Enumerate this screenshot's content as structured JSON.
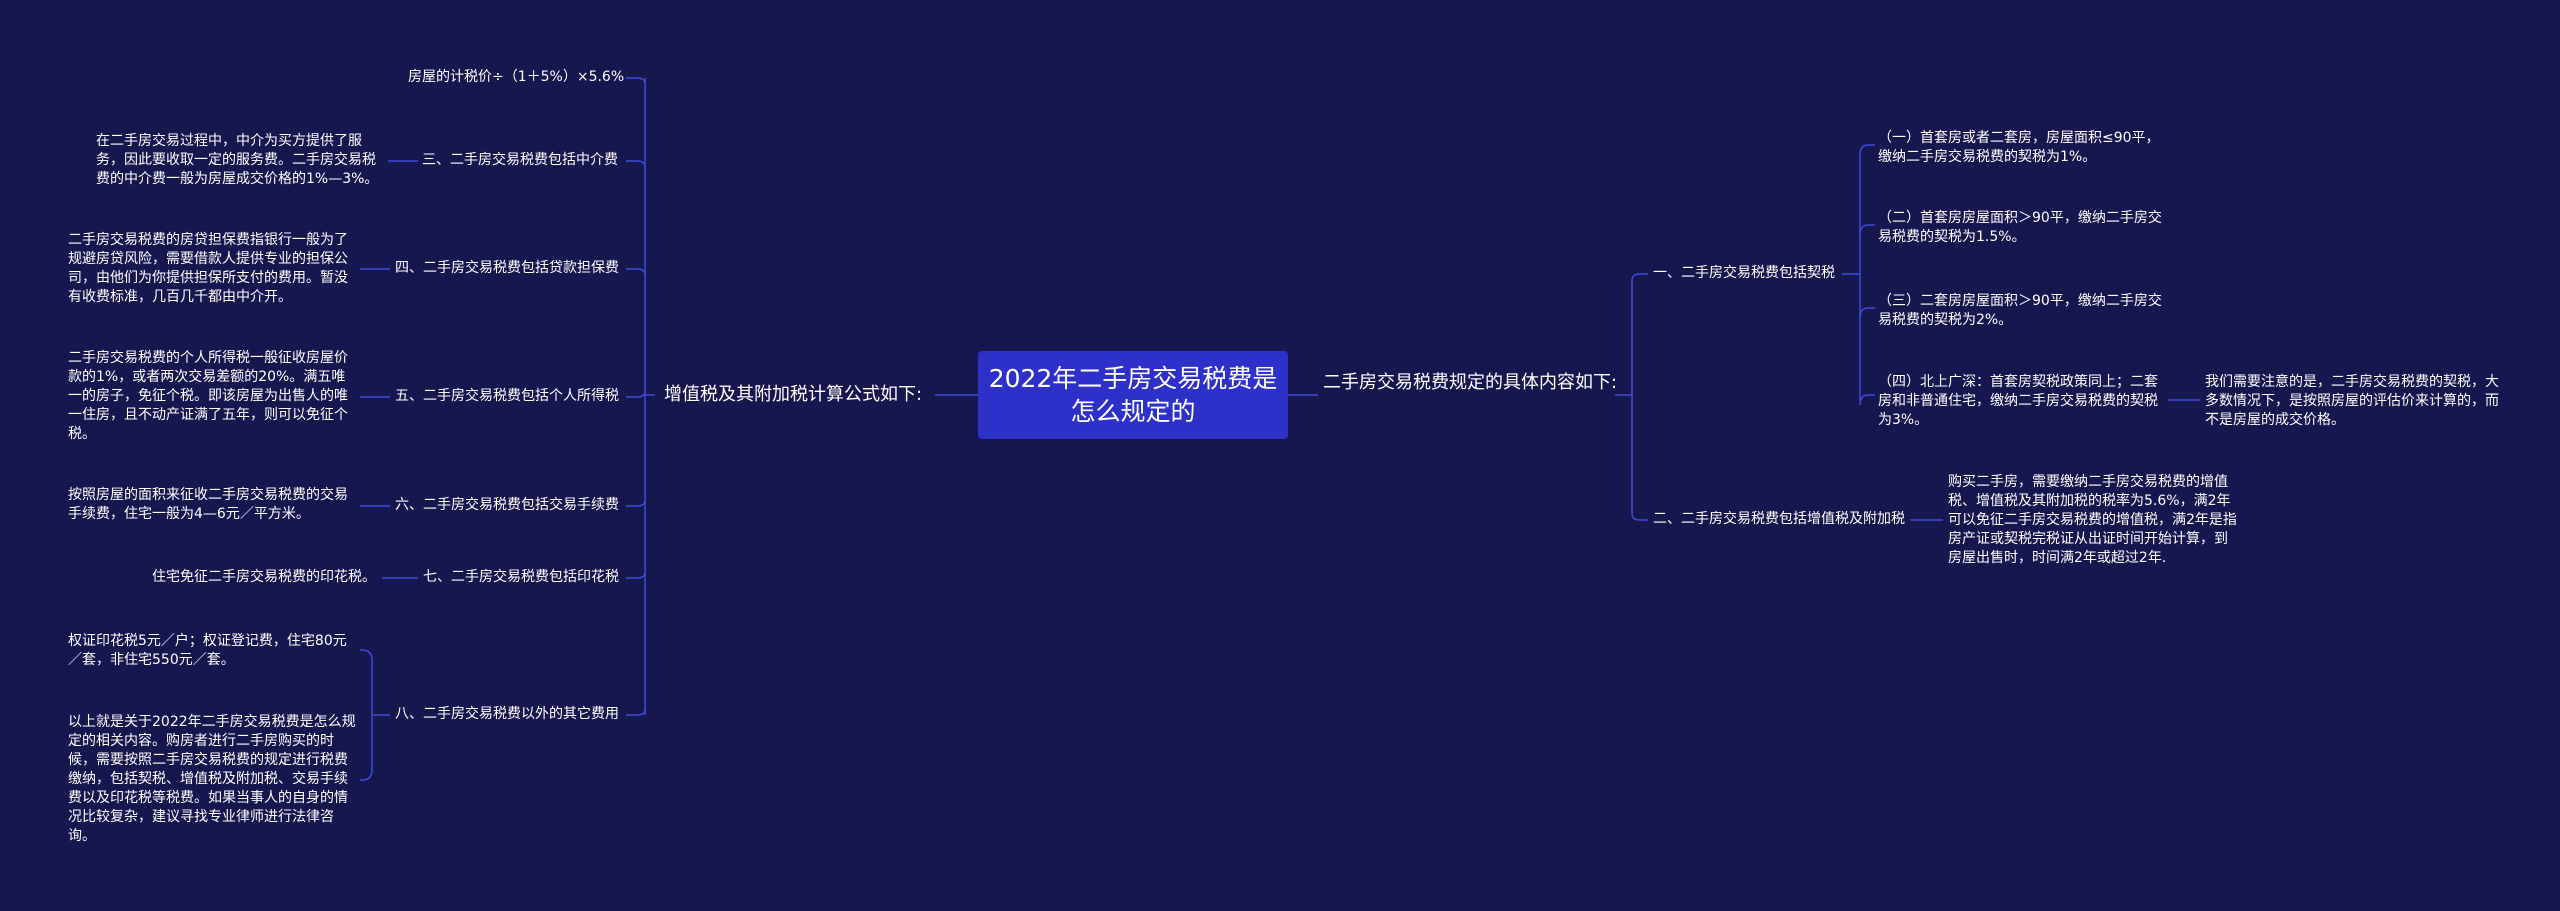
{
  "center": "2022年二手房交易税费是怎么规定的",
  "left_branch": {
    "label": "增值税及其附加税计算公式如下:",
    "top_leaf": "房屋的计税价÷（1＋5%）×5.6%",
    "children": [
      {
        "label": "三、二手房交易税费包括中介费",
        "detail": "在二手房交易过程中，中介为买方提供了服务，因此要收取一定的服务费。二手房交易税费的中介费一般为房屋成交价格的1%—3%。"
      },
      {
        "label": "四、二手房交易税费包括贷款担保费",
        "detail": "二手房交易税费的房贷担保费指银行一般为了规避房贷风险，需要借款人提供专业的担保公司，由他们为你提供担保所支付的费用。暂没有收费标准，几百几千都由中介开。"
      },
      {
        "label": "五、二手房交易税费包括个人所得税",
        "detail": "二手房交易税费的个人所得税一般征收房屋价款的1%，或者两次交易差额的20%。满五唯一的房子，免征个税。即该房屋为出售人的唯一住房，且不动产证满了五年，则可以免征个税。"
      },
      {
        "label": "六、二手房交易税费包括交易手续费",
        "detail": "按照房屋的面积来征收二手房交易税费的交易手续费，住宅一般为4—6元／平方米。"
      },
      {
        "label": "七、二手房交易税费包括印花税",
        "detail": "住宅免征二手房交易税费的印花税。"
      },
      {
        "label": "八、二手房交易税费以外的其它费用",
        "details": [
          "权证印花税5元／户；权证登记费，住宅80元／套，非住宅550元／套。",
          "以上就是关于2022年二手房交易税费是怎么规定的相关内容。购房者进行二手房购买的时候，需要按照二手房交易税费的规定进行税费缴纳，包括契税、增值税及附加税、交易手续费以及印花税等税费。如果当事人的自身的情况比较复杂，建议寻找专业律师进行法律咨询。"
        ]
      }
    ]
  },
  "right_branch": {
    "label": "二手房交易税费规定的具体内容如下:",
    "children": [
      {
        "label": "一、二手房交易税费包括契税",
        "items": [
          "（一）首套房或者二套房，房屋面积≤90平，缴纳二手房交易税费的契税为1%。",
          "（二）首套房房屋面积＞90平，缴纳二手房交易税费的契税为1.5%。",
          "（三）二套房房屋面积＞90平，缴纳二手房交易税费的契税为2%。",
          "（四）北上广深：首套房契税政策同上；二套房和非普通住宅，缴纳二手房交易税费的契税为3%。"
        ],
        "note": "我们需要注意的是，二手房交易税费的契税，大多数情况下，是按照房屋的评估价来计算的，而不是房屋的成交价格。"
      },
      {
        "label": "二、二手房交易税费包括增值税及附加税",
        "detail": "购买二手房，需要缴纳二手房交易税费的增值税、增值税及其附加税的税率为5.6%，满2年可以免征二手房交易税费的增值税，满2年是指房产证或契税完税证从出证时间开始计算，到房屋出售时，时间满2年或超过2年."
      }
    ]
  },
  "colors": {
    "background": "#17174f",
    "center": "#2d31c9",
    "line": "#3d4bd8",
    "text": "#ffffff"
  }
}
